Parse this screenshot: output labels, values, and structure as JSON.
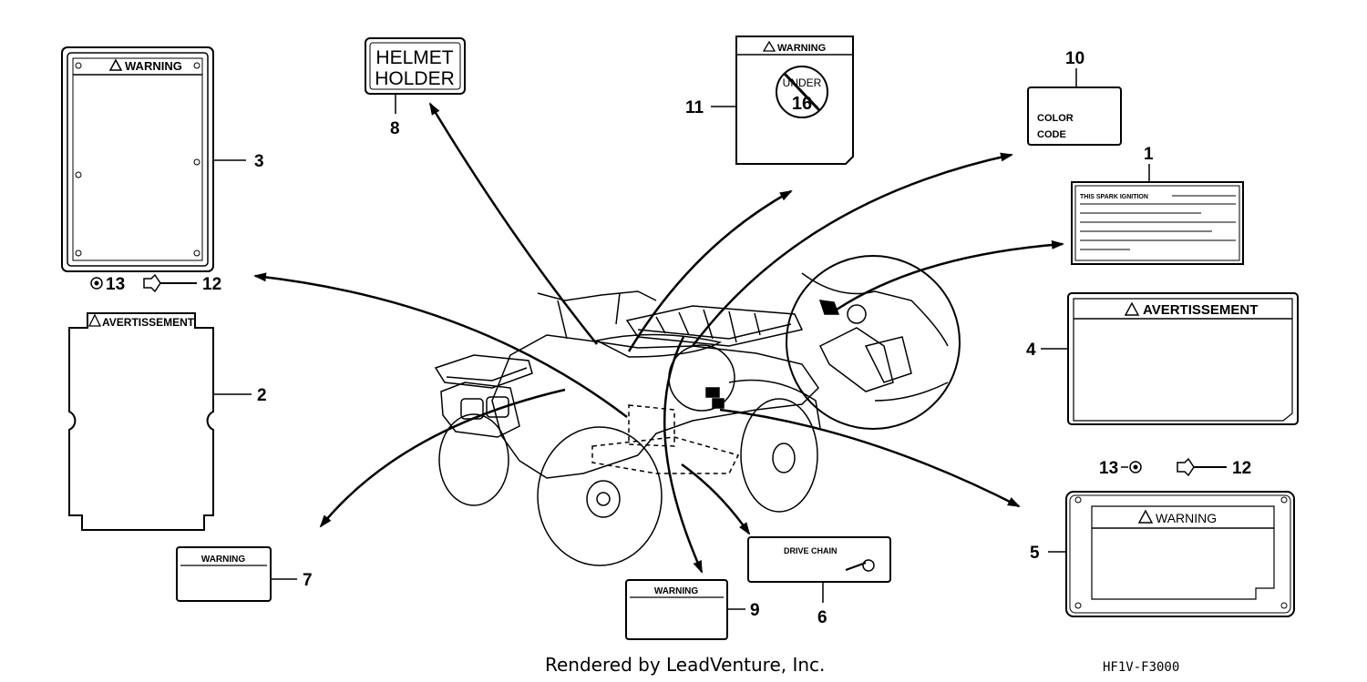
{
  "footer": {
    "credit": "Rendered by LeadVenture, Inc.",
    "diagram_code": "HF1V-F3000"
  },
  "labels": {
    "warning_title": "WARNING",
    "avertissement_title": "AVERTISSEMENT",
    "helmet_holder_line1": "HELMET",
    "helmet_holder_line2": "HOLDER",
    "under16_line1": "UNDER",
    "under16_line2": "16",
    "color_code_line1": "COLOR",
    "color_code_line2": "CODE",
    "spark_ignition": "THIS SPARK IGNITION",
    "drive_chain": "DRIVE CHAIN",
    "warning_small": "WARNING"
  },
  "callouts": {
    "c1": "1",
    "c2": "2",
    "c3": "3",
    "c4": "4",
    "c5": "5",
    "c6": "6",
    "c7": "7",
    "c8": "8",
    "c9": "9",
    "c10": "10",
    "c11": "11",
    "c12a": "12",
    "c13a": "13",
    "c12b": "12",
    "c13b": "13"
  }
}
